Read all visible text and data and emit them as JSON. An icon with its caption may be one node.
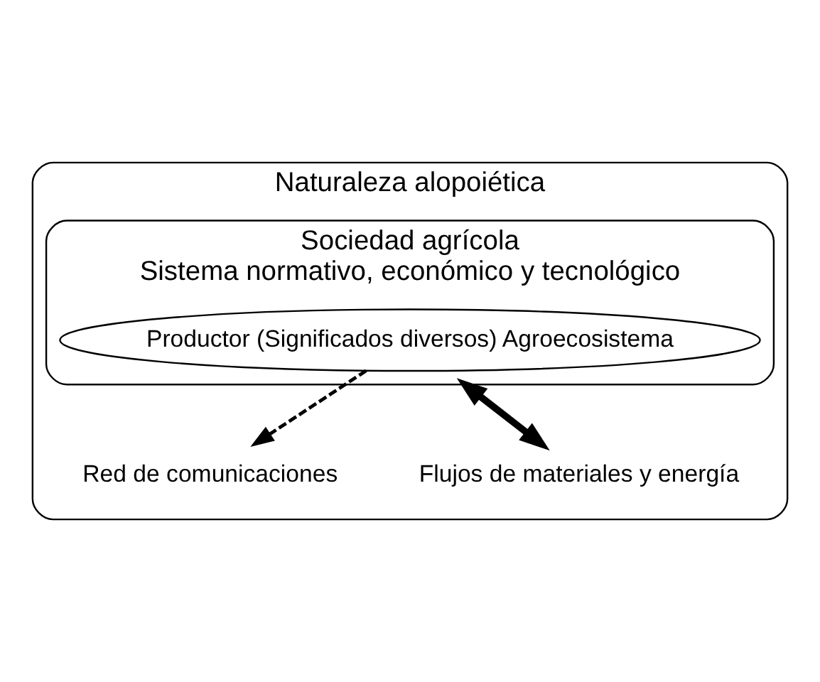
{
  "diagram": {
    "nodes": [
      {
        "text": [
          "Naturaleza alopoiética"
        ]
      },
      {
        "text": [
          "Sociedad agrícola",
          "Sistema normativo, económico y tecnológico"
        ],
        "in": 0
      },
      {
        "text": [
          "Productor (Significados diversos) Agroecosistema"
        ],
        "in": 1
      },
      {
        "text": [
          "Red de comunicaciones"
        ],
        "in": 0
      },
      {
        "text": [
          "Flujos de materiales y energía"
        ],
        "in": 0
      }
    ],
    "edges": [
      {
        "from": 2,
        "to": 3,
        "arrow": "to",
        "style": "dashed"
      },
      {
        "from": 1,
        "to": 4,
        "arrow": "both",
        "style": "thick"
      }
    ]
  }
}
